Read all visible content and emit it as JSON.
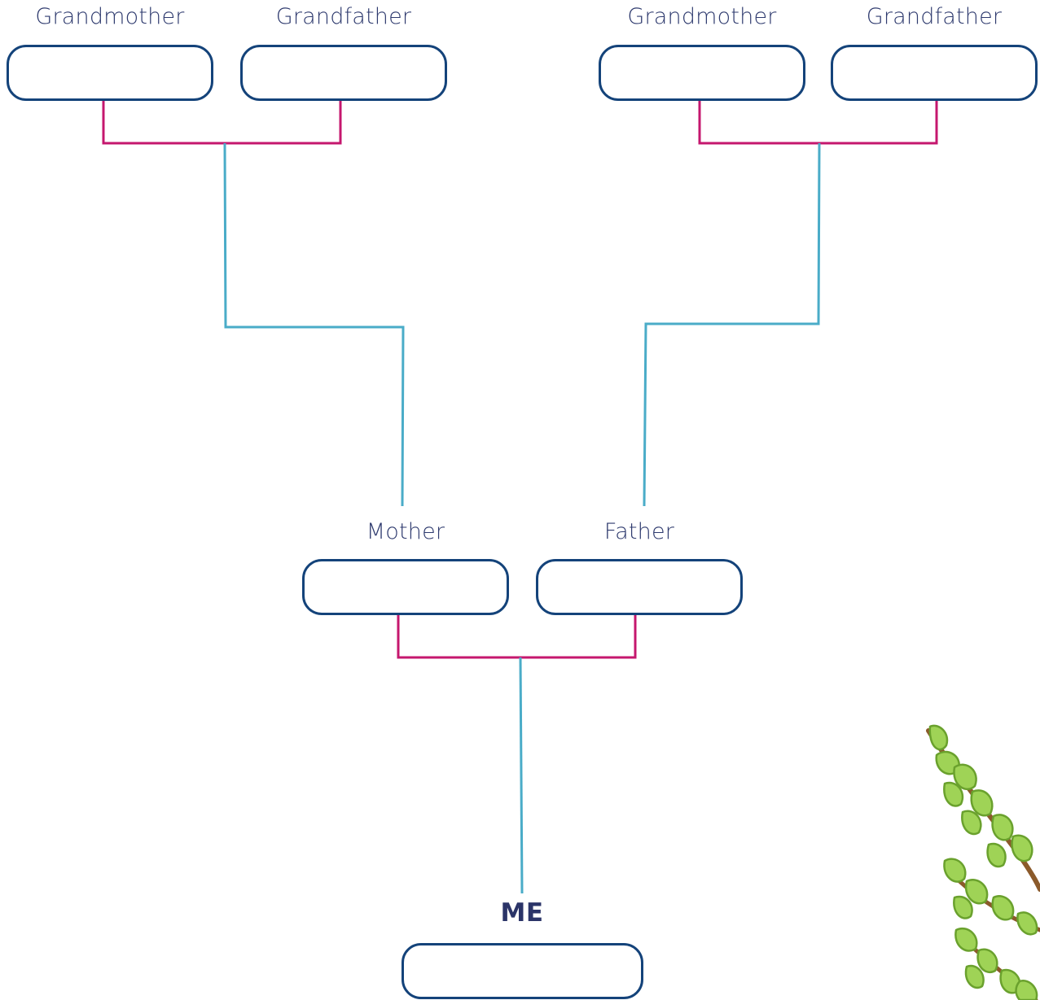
{
  "labels": {
    "maternal_grandmother": "Grandmother",
    "maternal_grandfather": "Grandfather",
    "paternal_grandmother": "Grandmother",
    "paternal_grandfather": "Grandfather",
    "mother": "Mother",
    "father": "Father",
    "me": "ME"
  },
  "colors": {
    "box_border": "#14437a",
    "label_text": "#2e3a6e",
    "couple_connector": "#c5176e",
    "descent_connector": "#4aacc8",
    "leaf_green": "#8cc63f",
    "branch_brown": "#8b5a2b"
  },
  "decoration": "tree-branch-icon"
}
